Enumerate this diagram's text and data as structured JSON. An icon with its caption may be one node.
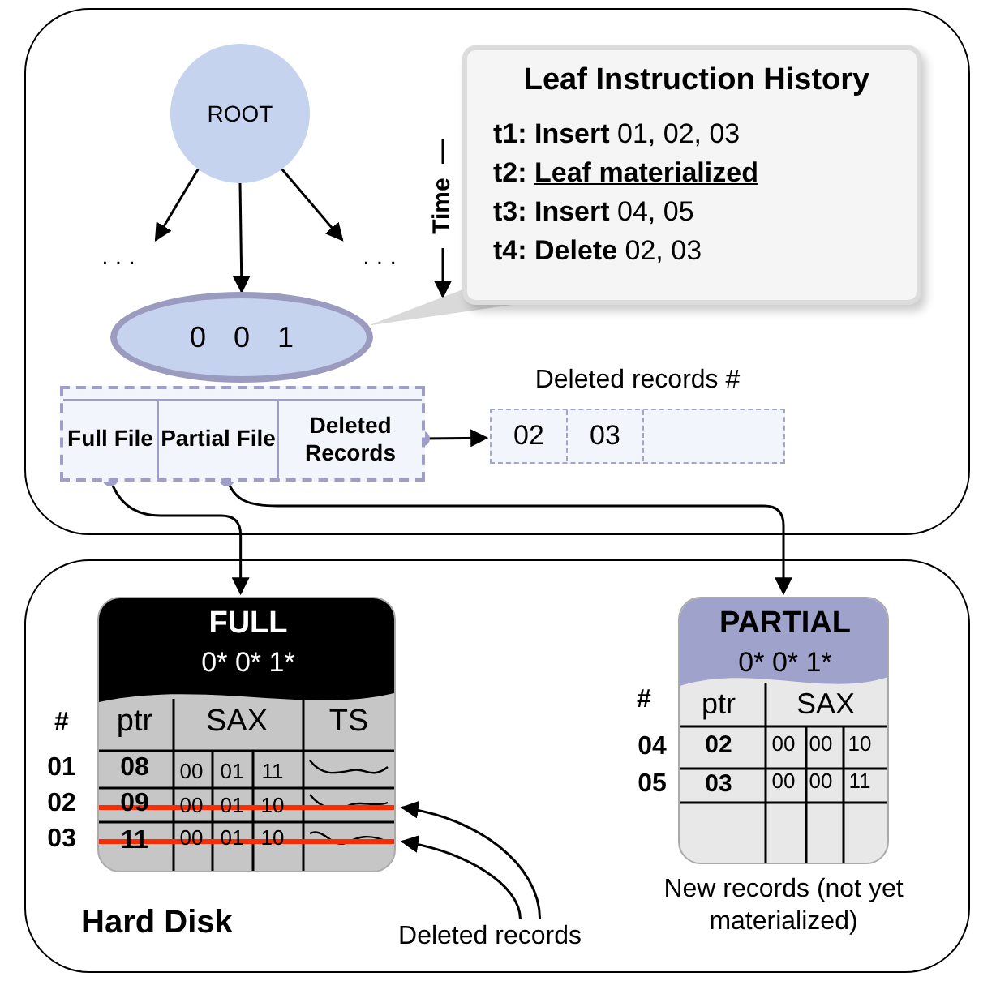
{
  "diagram": {
    "nodes": [
      {
        "text": [
          "ROOT"
        ]
      },
      {
        "text": [
          ". . ."
        ]
      },
      {
        "text": [
          ". . ."
        ]
      },
      {
        "text": [],
        "shape": "box"
      },
      {
        "text": [
          "0 0 1"
        ]
      },
      {
        "text": [
          "Full File"
        ],
        "in": 3
      },
      {
        "text": [
          "Partial File"
        ],
        "in": 3
      },
      {
        "text": [
          "Deleted Records"
        ],
        "in": 3
      },
      {
        "text": [
          "Leaf Instruction History",
          "**t1: Insert** 01, 02, 03",
          "**t2:** **Leaf materialized**",
          "**t3: Insert** 04, 05",
          "**t4: Delete** 02, 03"
        ]
      },
      {
        "text": [
          "Deleted records #",
          "02",
          "03"
        ]
      },
      {
        "text": [
          "Hard Disk"
        ]
      },
      {
        "text": [
          "FULL",
          "0* 0* 1*"
        ],
        "in": 10
      },
      {
        "text": [
          "PARTIAL",
          "0* 0* 1*"
        ],
        "in": 10,
        "beside": [
          "New records (not yet materialized)"
        ]
      },
      {
        "text": [
          "Deleted records"
        ],
        "in": 10
      }
    ],
    "edges": [
      {
        "from": 0,
        "to": 1,
        "arrow": "to"
      },
      {
        "from": 0,
        "to": 4,
        "arrow": "to"
      },
      {
        "from": 0,
        "to": 2,
        "arrow": "to"
      },
      {
        "from": 8,
        "to": 4,
        "arrow": "none"
      },
      {
        "from": 7,
        "to": 9,
        "arrow": "to"
      },
      {
        "from": 5,
        "to": 11,
        "arrow": "to"
      },
      {
        "from": 6,
        "to": 12,
        "arrow": "to"
      },
      {
        "from": 13,
        "to": 11,
        "arrow": "to"
      },
      {
        "from": 13,
        "to": 11,
        "arrow": "to"
      }
    ],
    "labels": [
      "Time",
      "#",
      "ptr",
      "SAX",
      "TS",
      "01",
      "08",
      "00",
      "01",
      "11",
      "02",
      "09",
      "00",
      "01",
      "10",
      "03",
      "11",
      "00",
      "01",
      "10",
      "#",
      "ptr",
      "SAX",
      "04",
      "02",
      "00",
      "00",
      "10",
      "05",
      "03",
      "00",
      "00",
      "11"
    ]
  }
}
